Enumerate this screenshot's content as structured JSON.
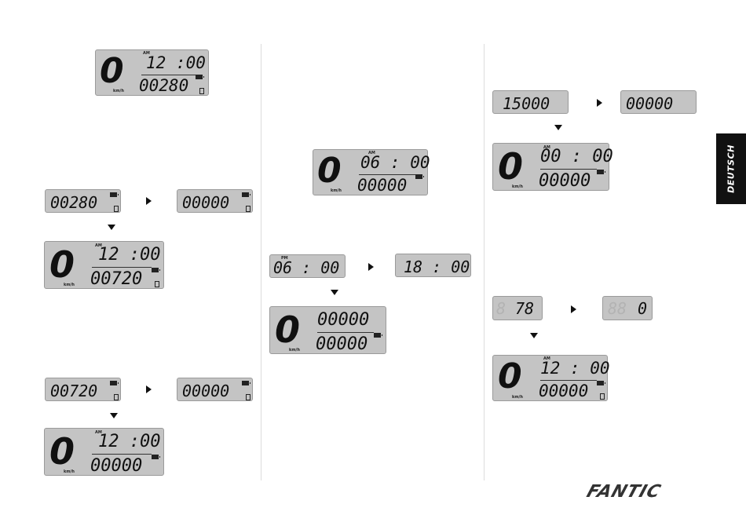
{
  "sidebar_tab": {
    "label": "DEUTSCH"
  },
  "brand": {
    "logo_text": "FANTIC"
  },
  "units": {
    "speed": "km/h",
    "am": "AM"
  },
  "column1": {
    "top_display": {
      "speed": "0",
      "time": "12 :00",
      "odo": "00280"
    },
    "reset_a": {
      "from": "00280",
      "to": "00000"
    },
    "result_a": {
      "speed": "0",
      "time": "12 :00",
      "odo": "00720"
    },
    "reset_b": {
      "from": "00720",
      "to": "00000"
    },
    "result_b": {
      "speed": "0",
      "time": "12 :00",
      "odo": "00000"
    }
  },
  "column2": {
    "main_display": {
      "speed": "0",
      "time": "06 : 00",
      "odo": "00000"
    },
    "clock_set": {
      "from": "06 : 00",
      "to": "18 : 00"
    },
    "result": {
      "speed": "0",
      "top": "00000",
      "odo": "00000"
    }
  },
  "column3": {
    "service_set": {
      "from": "15000",
      "to": "00000"
    },
    "result_a": {
      "speed": "0",
      "time": "00 : 00",
      "odo": "00000"
    },
    "value_set": {
      "from": "78",
      "to": "0"
    },
    "result_b": {
      "speed": "0",
      "time": "12 : 00",
      "odo": "00000"
    }
  }
}
